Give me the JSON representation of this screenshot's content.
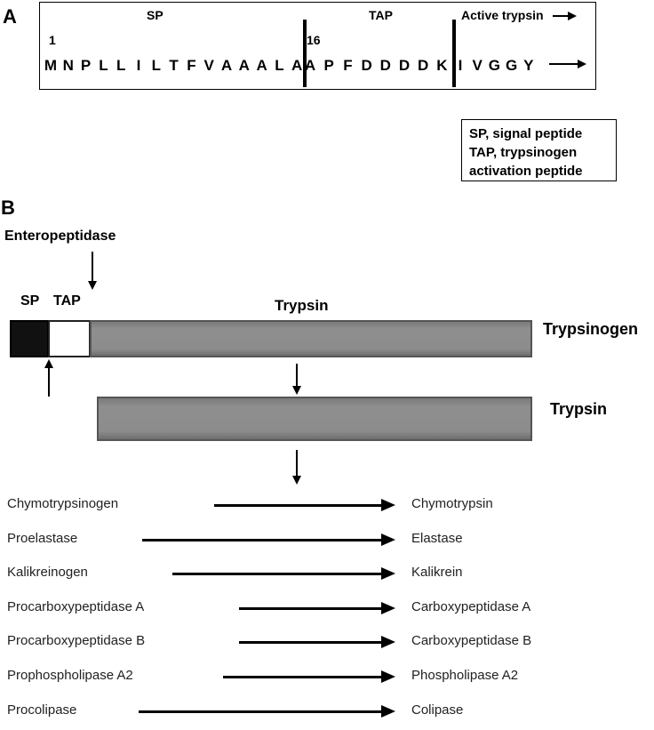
{
  "panel_a": {
    "label": "A",
    "regions": {
      "sp": "SP",
      "tap": "TAP",
      "active": "Active trypsin"
    },
    "positions": {
      "start": "1",
      "tap_start": "16"
    },
    "sequence": [
      "M",
      "N",
      "P",
      "L",
      "L",
      "I",
      "L",
      "T",
      "F",
      "V",
      "A",
      "A",
      "A",
      "L",
      "A",
      "A",
      "P",
      "F",
      "D",
      "D",
      "D",
      "D",
      "K",
      "I",
      "V",
      "G",
      "G",
      "Y"
    ],
    "legend": {
      "line1": "SP, signal peptide",
      "line2": "TAP, trypsinogen",
      "line3": "activation peptide"
    }
  },
  "panel_b": {
    "label": "B",
    "enzyme": "Enteropeptidase",
    "domains": {
      "sp": "SP",
      "tap": "TAP",
      "trypsin": "Trypsin"
    },
    "precursor_name": "Trypsinogen",
    "product_name": "Trypsin",
    "conversions": [
      {
        "zymogen": "Chymotrypsinogen",
        "active": "Chymotrypsin"
      },
      {
        "zymogen": "Proelastase",
        "active": "Elastase"
      },
      {
        "zymogen": "Kalikreinogen",
        "active": "Kalikrein"
      },
      {
        "zymogen": "Procarboxypeptidase A",
        "active": "Carboxypeptidase A"
      },
      {
        "zymogen": "Procarboxypeptidase B",
        "active": "Carboxypeptidase B"
      },
      {
        "zymogen": "Prophospholipase A2",
        "active": "Phospholipase A2"
      },
      {
        "zymogen": "Procolipase",
        "active": "Colipase"
      }
    ],
    "colors": {
      "sp": "#111111",
      "tap": "#ffffff",
      "trypsin": "#8a8a8a"
    }
  }
}
